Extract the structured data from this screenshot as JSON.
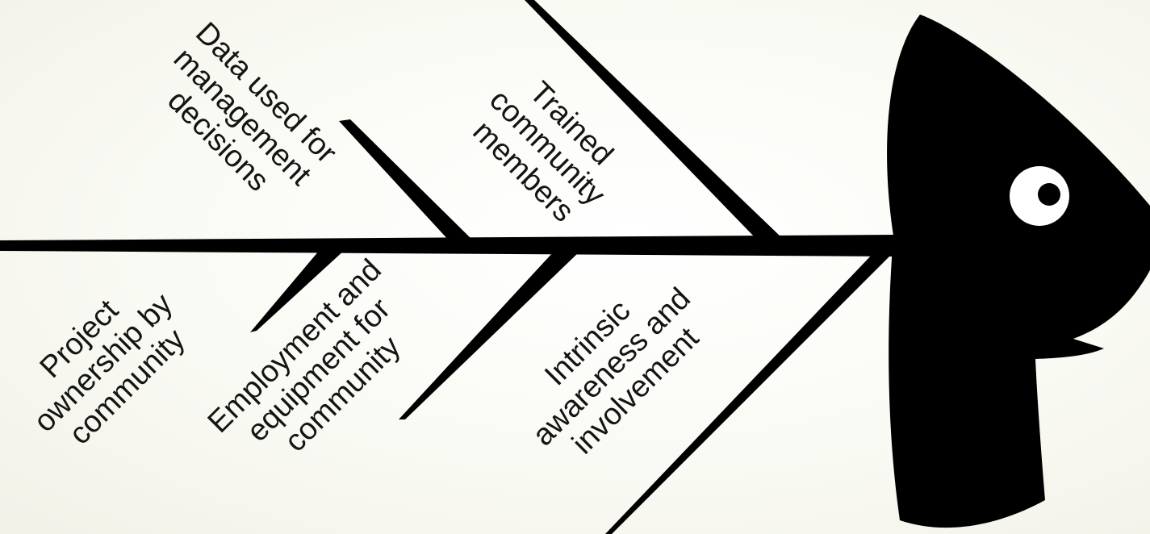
{
  "diagram": {
    "type": "fishbone",
    "colors": {
      "ink": "#000000",
      "background": "#fbfbf6",
      "eye_white": "#ffffff"
    },
    "causes": {
      "top_1": [
        "Data used for",
        "management",
        "decisions"
      ],
      "top_2": [
        "Trained",
        "community",
        "members"
      ],
      "bottom_1": [
        "Project",
        "ownership by",
        "community"
      ],
      "bottom_2": [
        "Employment and",
        "equipment for",
        "community"
      ],
      "bottom_3": [
        "Intrinsic",
        "awareness and",
        "involvement"
      ]
    }
  }
}
